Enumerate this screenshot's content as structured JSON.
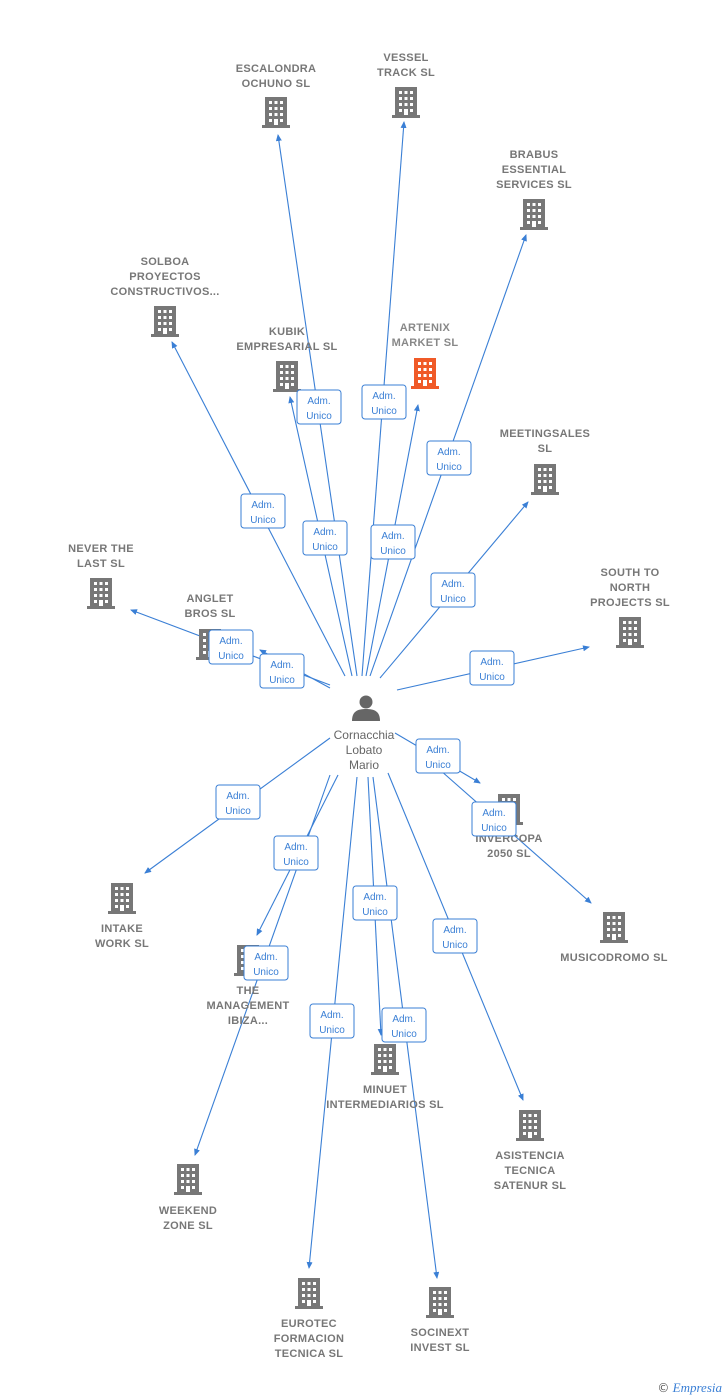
{
  "center": {
    "name_lines": [
      "Cornacchia",
      "Lobato",
      "Mario"
    ],
    "icon": "person-icon"
  },
  "edge_label_lines": [
    "Adm.",
    "Unico"
  ],
  "colors": {
    "edge": "#3a7fd5",
    "building": "#777777",
    "highlight": "#f05a28"
  },
  "companies": [
    {
      "id": "escalondra",
      "lines": [
        "ESCALONDRA",
        "OCHUNO  SL"
      ],
      "highlight": false
    },
    {
      "id": "vessel",
      "lines": [
        "VESSEL",
        "TRACK SL"
      ],
      "highlight": false
    },
    {
      "id": "brabus",
      "lines": [
        "BRABUS",
        "ESSENTIAL",
        "SERVICES  SL"
      ],
      "highlight": false
    },
    {
      "id": "solboa",
      "lines": [
        "SOLBOA",
        "PROYECTOS",
        "CONSTRUCTIVOS..."
      ],
      "highlight": false
    },
    {
      "id": "kubik",
      "lines": [
        "KUBIK",
        "EMPRESARIAL SL"
      ],
      "highlight": false
    },
    {
      "id": "artenix",
      "lines": [
        "ARTENIX",
        "MARKET  SL"
      ],
      "highlight": true
    },
    {
      "id": "meetingsales",
      "lines": [
        "MEETINGSALES",
        "SL"
      ],
      "highlight": false
    },
    {
      "id": "never",
      "lines": [
        "NEVER THE",
        "LAST  SL"
      ],
      "highlight": false
    },
    {
      "id": "anglet",
      "lines": [
        "ANGLET",
        "BROS SL"
      ],
      "highlight": false
    },
    {
      "id": "southto",
      "lines": [
        "SOUTH TO",
        "NORTH",
        "PROJECTS  SL"
      ],
      "highlight": false
    },
    {
      "id": "intake",
      "lines": [
        "INTAKE",
        "WORK SL"
      ],
      "highlight": false
    },
    {
      "id": "invercopa",
      "lines": [
        "INVERCOPA",
        "2050  SL"
      ],
      "highlight": false
    },
    {
      "id": "musicodromo",
      "lines": [
        "MUSICODROMO SL"
      ],
      "highlight": false
    },
    {
      "id": "management",
      "lines": [
        "THE",
        "MANAGEMENT",
        "IBIZA..."
      ],
      "highlight": false
    },
    {
      "id": "minuet",
      "lines": [
        "MINUET",
        "INTERMEDIARIOS SL"
      ],
      "highlight": false
    },
    {
      "id": "asistencia",
      "lines": [
        "ASISTENCIA",
        "TECNICA",
        "SATENUR  SL"
      ],
      "highlight": false
    },
    {
      "id": "weekend",
      "lines": [
        "WEEKEND",
        "ZONE SL"
      ],
      "highlight": false
    },
    {
      "id": "eurotec",
      "lines": [
        "EUROTEC",
        "FORMACION",
        "TECNICA  SL"
      ],
      "highlight": false
    },
    {
      "id": "socinext",
      "lines": [
        "SOCINEXT",
        "INVEST  SL"
      ],
      "highlight": false
    }
  ],
  "footer": {
    "copyright": "©",
    "brand": "Empresia"
  }
}
